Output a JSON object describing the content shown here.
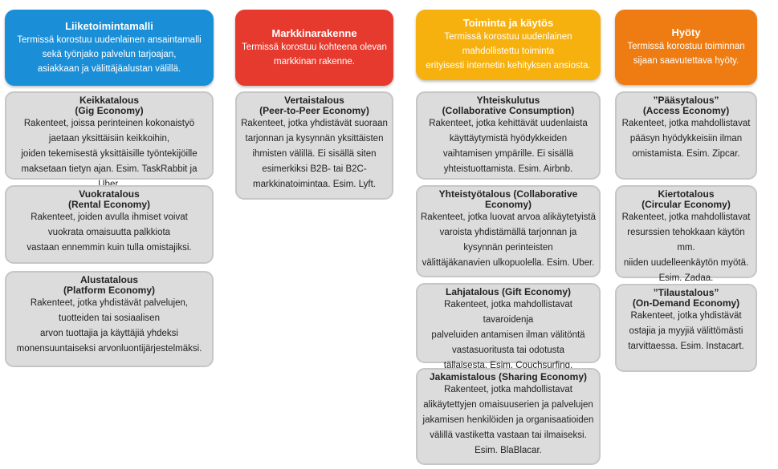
{
  "columns": [
    {
      "title": "Liiketoimintamalli",
      "description": "Termissä korostuu uudenlainen ansaintamalli\nsekä työnjako palvelun tarjoajan,\nasiakkaan ja välittäjäalustan välillä.",
      "color": "#1a8fd8",
      "cards": [
        {
          "title": "Keikkatalous\n(Gig Economy)",
          "description": "Rakenteet, joissa perinteinen kokonaistyö\njaetaan yksittäisiin keikkoihin,\njoiden tekemisestä yksittäisille työntekijöille\nmaksetaan tietyn ajan. Esim. TaskRabbit ja Uber."
        },
        {
          "title": "Vuokratalous\n(Rental Economy)",
          "description": "Rakenteet, joiden avulla ihmiset voivat\nvuokrata omaisuutta palkkiota\nvastaan ennemmin kuin tulla omistajiksi."
        },
        {
          "title": "Alustatalous\n(Platform Economy)",
          "description": "Rakenteet, jotka yhdistävät palvelujen,\ntuotteiden tai sosiaalisen\narvon tuottajia ja käyttäjiä yhdeksi\nmonensuuntaiseksi arvonluontijärjestelmäksi."
        }
      ]
    },
    {
      "title": "Markkinarakenne",
      "description": "Termissä korostuu kohteena olevan\nmarkkinan rakenne.",
      "color": "#e63a2e",
      "cards": [
        {
          "title": "Vertaistalous\n(Peer-to-Peer Economy)",
          "description": "Rakenteet, jotka yhdistävät suoraan\ntarjonnan ja kysynnän yksittäisten\nihmisten välillä. Ei sisällä siten\nesimerkiksi B2B- tai B2C-\nmarkkinatoimintaa. Esim. Lyft."
        }
      ]
    },
    {
      "title": "Toiminta ja käytös",
      "description": "Termissä korostuu uudenlainen\nmahdollistettu toiminta\nerityisesti internetin kehityksen ansiosta.",
      "color": "#f7b10f",
      "cards": [
        {
          "title": "Yhteiskulutus\n(Collaborative Consumption)",
          "description": "Rakenteet, jotka kehittävät uudenlaista\nkäyttäytymistä hyödykkeiden\nvaihtamisen ympärille. Ei sisällä\nyhteistuottamista. Esim. Airbnb."
        },
        {
          "title": "Yhteistyötalous (Collaborative Economy)",
          "description": "Rakenteet, jotka luovat arvoa alikäytetyistä\nvaroista yhdistämällä tarjonnan ja\nkysynnän perinteisten\nvälittäjäkanavien ulkopuolella. Esim. Uber."
        },
        {
          "title": "Lahjatalous (Gift Economy)",
          "description": "Rakenteet, jotka mahdollistavat tavaroidenja\npalveluiden antamisen ilman välitöntä\nvastasuoritusta tai odotusta\ntällaisesta. Esim. Couchsurfing."
        },
        {
          "title": "Jakamistalous (Sharing Economy)",
          "description": "Rakenteet, jotka mahdollistavat\nalikäytettyjen omaisuuserien ja palvelujen\njakamisen henkilöiden ja organisaatioiden\nvälillä vastiketta vastaan tai ilmaiseksi.\nEsim. BlaBlacar."
        }
      ]
    },
    {
      "title": "Hyöty",
      "description": "Termissä korostuu toiminnan\nsijaan saavutettava hyöty.",
      "color": "#ef7c12",
      "cards": [
        {
          "title": "”Pääsytalous”\n(Access Economy)",
          "description": "Rakenteet, jotka mahdollistavat\npääsyn hyödykkeisiin ilman\nomistamista. Esim. Zipcar."
        },
        {
          "title": "Kiertotalous\n(Circular Economy)",
          "description": "Rakenteet, jotka mahdollistavat\nresurssien tehokkaan käytön mm.\nniiden uudelleenkäytön myötä.\nEsim. Zadaa."
        },
        {
          "title": "”Tilaustalous”\n(On-Demand Economy)",
          "description": "Rakenteet, jotka yhdistävät\nostajia ja myyjiä välittömästi\ntarvittaessa. Esim. Instacart."
        }
      ]
    }
  ]
}
